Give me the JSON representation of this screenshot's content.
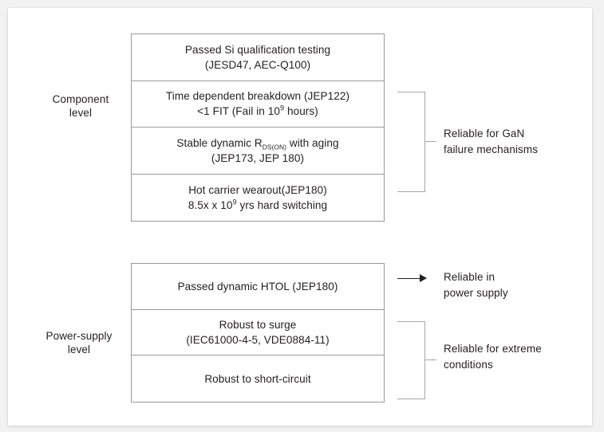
{
  "diagram": {
    "levels": [
      {
        "name": "component-level",
        "label_line1": "Component",
        "label_line2": "level"
      },
      {
        "name": "power-supply-level",
        "label_line1": "Power-supply",
        "label_line2": "level"
      }
    ],
    "component_table": {
      "rows": [
        {
          "line1": "Passed Si qualification testing",
          "line2": "(JESD47, AEC-Q100)"
        },
        {
          "line1": "Time dependent breakdown (JEP122)",
          "line2_pre": "<1 FIT (Fail in 10",
          "line2_sup": "9",
          "line2_post": " hours)"
        },
        {
          "line1_pre": "Stable dynamic R",
          "line1_sub": "DS(ON)",
          "line1_post": " with aging",
          "line2": "(JEP173, JEP 180)"
        },
        {
          "line1": "Hot carrier wearout(JEP180)",
          "line2_pre": "8.5x x 10",
          "line2_sup": "9",
          "line2_post": " yrs hard switching"
        }
      ]
    },
    "power_supply_table": {
      "rows": [
        {
          "line1": "Passed dynamic HTOL (JEP180)"
        },
        {
          "line1": "Robust to surge",
          "line2": "(IEC61000-4-5, VDE0884-11)"
        },
        {
          "line1": "Robust to short-circuit"
        }
      ]
    },
    "outcomes": [
      {
        "name": "reliable-for-gan-failure-mechanisms",
        "line1": "Reliable for GaN",
        "line2": "failure mechanisms",
        "connector": "brace"
      },
      {
        "name": "reliable-in-power-supply",
        "line1": "Reliable in",
        "line2": "power supply",
        "connector": "arrow"
      },
      {
        "name": "reliable-for-extreme-conditions",
        "line1": "Reliable for extreme",
        "line2": "conditions",
        "connector": "brace"
      }
    ],
    "colors": {
      "text": "#231f20",
      "border": "#9a9a9a",
      "connector": "#a6a6a6",
      "card_background": "#ffffff",
      "page_background": "#f2f2f2"
    }
  }
}
